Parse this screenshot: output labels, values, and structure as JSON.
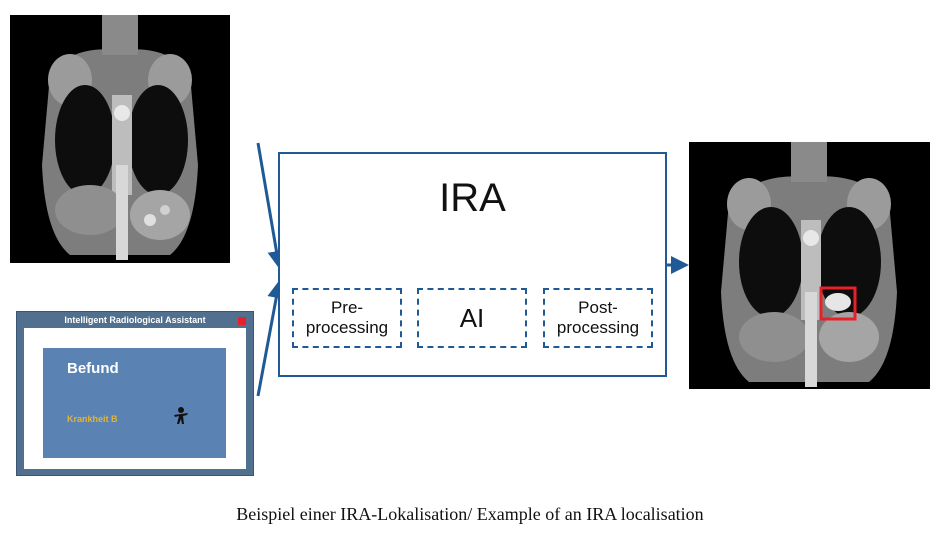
{
  "ira": {
    "title": "IRA",
    "steps": [
      {
        "label_line1": "Pre-",
        "label_line2": "processing"
      },
      {
        "label": "AI"
      },
      {
        "label_line1": "Post-",
        "label_line2": "processing"
      }
    ]
  },
  "assistant": {
    "title": "Intelligent Radiological Assistant",
    "heading": "Befund",
    "finding": "Krankheit B"
  },
  "caption": "Beispiel einer IRA-Lokalisation/ Example of an IRA localisation",
  "colors": {
    "accent": "#1f5a96",
    "highlight_box": "#e8202a",
    "assistant_frame": "#516f8e",
    "assistant_panel": "#5a83b3",
    "finding_text": "#e0b43a"
  },
  "icons": [
    "right-arrow-icon",
    "close-icon",
    "person-icon"
  ]
}
